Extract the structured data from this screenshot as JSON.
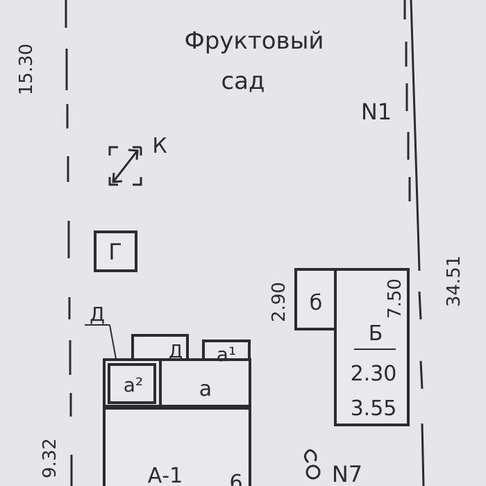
{
  "zones": {
    "garden_line1": "Фруктовый",
    "garden_line2": "сад"
  },
  "plot": {
    "number": "N1",
    "neighbor": "N7"
  },
  "dimensions": {
    "top_left": "15.30",
    "bottom_left": "9.32",
    "right": "34.51",
    "shed_height": "2.90",
    "building_b_width": "7.50",
    "building_b_a": "2.30",
    "building_b_b": "3.55"
  },
  "labels": {
    "well": "К",
    "garage": "Г",
    "d_callout": "Д",
    "d_porch": "Д",
    "a1": "а¹",
    "a2": "а²",
    "a": "а",
    "main_house": "А-1",
    "shed": "б",
    "building_b": "Б"
  },
  "colors": {
    "paper": "#e6e6e8",
    "ink": "#2b2b30"
  }
}
